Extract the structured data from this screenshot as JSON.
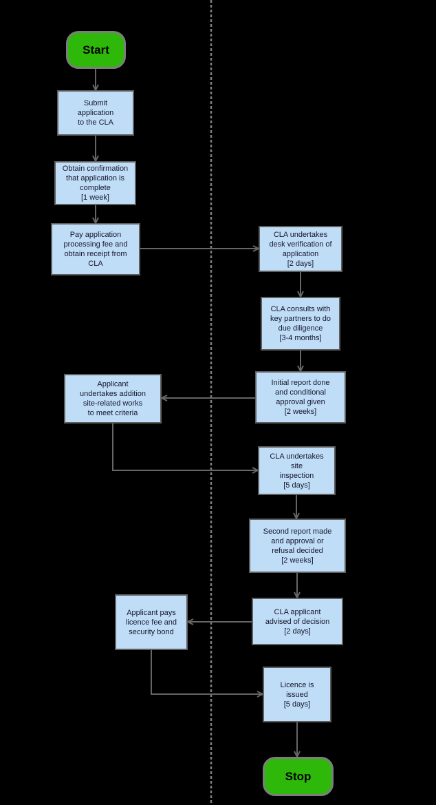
{
  "diagram": {
    "type": "flowchart",
    "colors": {
      "background": "#000000",
      "node_fill": "#bfddf6",
      "node_border": "#5f5f5f",
      "node_text": "#16162e",
      "terminal_fill": "#2eb80a",
      "terminal_border": "#7d7d7d",
      "terminal_text": "#000000",
      "arrow": "#666666",
      "divider": "#7f7f7f"
    },
    "nodes": [
      {
        "id": "start",
        "type": "terminal",
        "label": "Start"
      },
      {
        "id": "submit-application",
        "type": "process",
        "label": "Submit\napplication\nto the CLA"
      },
      {
        "id": "obtain-confirmation",
        "type": "process",
        "label": "Obtain confirmation\nthat application is\ncomplete\n[1 week]"
      },
      {
        "id": "pay-fee",
        "type": "process",
        "label": "Pay application\nprocessing fee and\nobtain receipt from\nCLA"
      },
      {
        "id": "desk-verification",
        "type": "process",
        "label": "CLA undertakes\ndesk verification of\napplication\n[2 days]"
      },
      {
        "id": "consults-partners",
        "type": "process",
        "label": "CLA consults with\nkey partners to do\ndue diligence\n[3-4 months]"
      },
      {
        "id": "initial-report",
        "type": "process",
        "label": "Initial report done\nand conditional\napproval given\n[2 weeks]"
      },
      {
        "id": "site-works",
        "type": "process",
        "label": "Applicant\nundertakes addition\nsite-related works\nto meet criteria"
      },
      {
        "id": "site-inspection",
        "type": "process",
        "label": "CLA undertakes\nsite\ninspection\n[5 days]"
      },
      {
        "id": "second-report",
        "type": "process",
        "label": "Second report made\nand approval or\nrefusal decided\n[2 weeks]"
      },
      {
        "id": "advised-decision",
        "type": "process",
        "label": "CLA applicant\nadvised of decision\n[2 days]"
      },
      {
        "id": "pay-licence-fee",
        "type": "process",
        "label": "Applicant pays\nlicence fee and\nsecurity bond"
      },
      {
        "id": "licence-issued",
        "type": "process",
        "label": "Licence is\nissued\n[5 days]"
      },
      {
        "id": "stop",
        "type": "terminal",
        "label": "Stop"
      }
    ]
  }
}
